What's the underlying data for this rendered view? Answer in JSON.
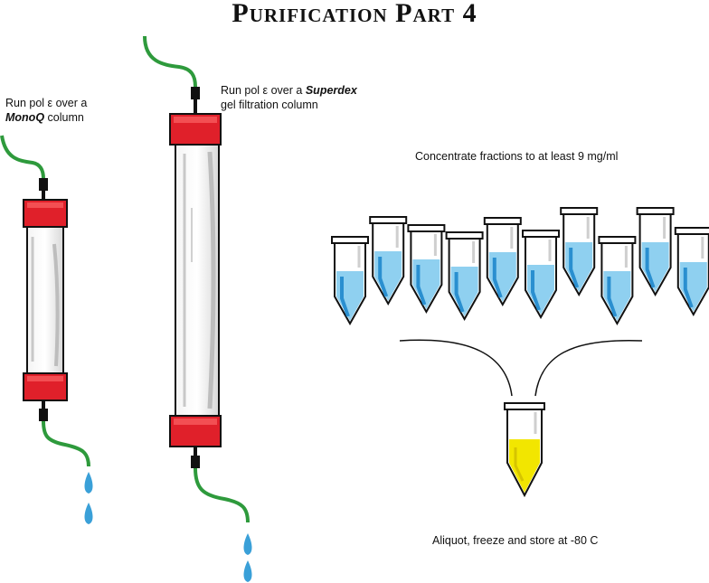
{
  "title": "Purification Part 4",
  "step1": {
    "prefix": "Run pol ε over a",
    "column": "MonoQ",
    "suffix": "column"
  },
  "step2": {
    "prefix": "Run pol ε over a",
    "column": "Superdex",
    "suffix": "gel filtration column"
  },
  "step3": {
    "text": "Concentrate fractions to at least 9 mg/ml"
  },
  "step4": {
    "text": "Aliquot, freeze and store at -80 C"
  },
  "colors": {
    "cap": "#e0202a",
    "tube_line": "#2e9a3c",
    "buffer": "#8fd0f0",
    "sample": "#f2e600",
    "drop": "#3aa0d8"
  }
}
